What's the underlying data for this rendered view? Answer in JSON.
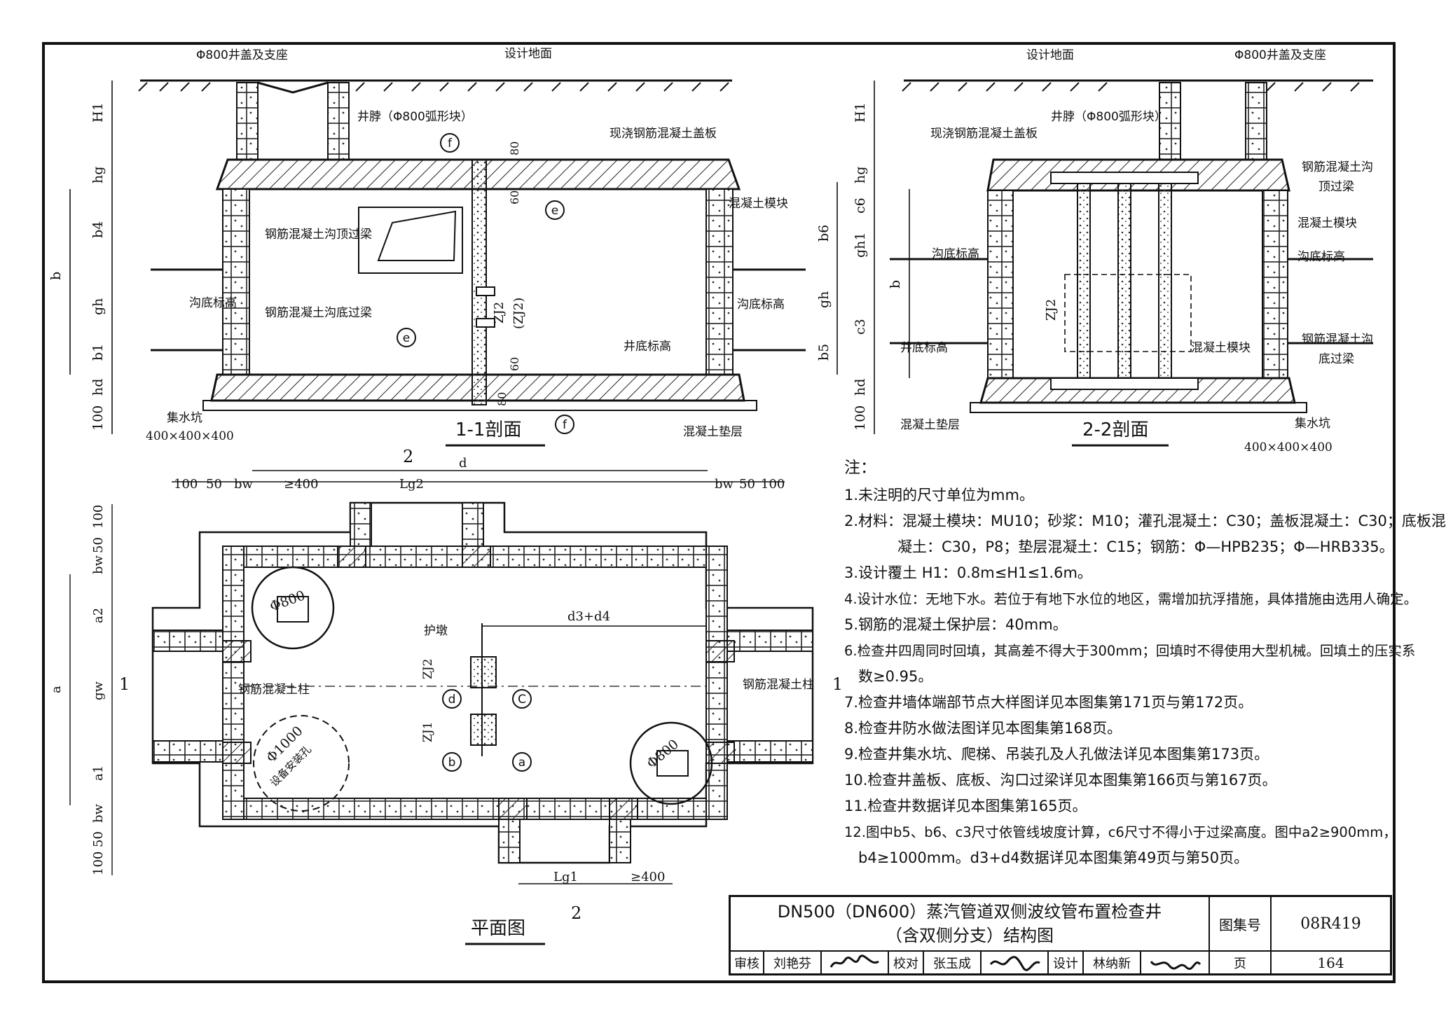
{
  "drawing": {
    "section_1_1": {
      "title": "1-1剖面",
      "labels": {
        "cover": "Φ800井盖及支座",
        "ground": "设计地面",
        "neck": "井脖（Φ800弧形块）",
        "cover_slab": "现浇钢筋混凝土盖板",
        "block": "混凝土模块",
        "top_beam": "钢筋混凝土沟顶过梁",
        "bottom_beam": "钢筋混凝土沟底过梁",
        "trench_left": "沟底标高",
        "trench_right": "沟底标高",
        "well_bottom": "井底标高",
        "sump": "集水坑",
        "sump_size": "400×400×400",
        "cushion": "混凝土垫层"
      },
      "dims": [
        "H1",
        "hg",
        "b4",
        "b",
        "gh",
        "b1",
        "hd",
        "100",
        "b6",
        "b5",
        "ZJ2",
        "(ZJ2)",
        "60",
        "60",
        "80",
        "80"
      ],
      "markers": [
        "f",
        "e",
        "e",
        "f"
      ]
    },
    "section_2_2": {
      "title": "2-2剖面",
      "labels": {
        "ground": "设计地面",
        "cover": "Φ800井盖及支座",
        "neck": "井脖（Φ800弧形块）",
        "cover_slab": "现浇钢筋混凝土盖板",
        "top_beam_1": "钢筋混凝土沟",
        "top_beam_2": "顶过梁",
        "block": "混凝土模块",
        "trench_left": "沟底标高",
        "trench_right": "沟底标高",
        "bottom_beam_1": "钢筋混凝土沟",
        "bottom_beam_2": "底过梁",
        "well_bottom": "井底标高",
        "cushion": "混凝土垫层",
        "sump": "集水坑",
        "sump_size": "400×400×400"
      },
      "dims": [
        "H1",
        "hg",
        "c6",
        "gh1",
        "b",
        "c3",
        "hd",
        "100",
        "ZJ2"
      ]
    },
    "plan": {
      "title": "平面图",
      "labels": {
        "guard_pier": "护墩",
        "column_left": "钢筋混凝土柱",
        "column_right": "钢筋混凝土柱",
        "manhole_a": "Φ800",
        "manhole_b": "Φ800",
        "install_hole_1": "Φ1000",
        "install_hole_2": "设备安装孔",
        "cut_1": "1",
        "cut_2": "2"
      },
      "dims": {
        "top": [
          "100",
          "50",
          "bw",
          "≥400",
          "Lg2",
          "d",
          "bw",
          "50",
          "100"
        ],
        "left": [
          "100",
          "50",
          "bw",
          "a2",
          "a",
          "gw",
          "a1",
          "bw",
          "50",
          "100"
        ],
        "inner": [
          "d3+d4",
          "ZJ2",
          "ZJ1"
        ],
        "bottom": [
          "Lg1",
          "≥400"
        ]
      },
      "markers": [
        "d",
        "C",
        "b",
        "a"
      ]
    }
  },
  "notes": {
    "title": "注：",
    "lines": [
      "1.未注明的尺寸单位为mm。",
      "2.材料：混凝土模块：MU10；砂浆：M10；灌孔混凝土：C30；盖板混凝土：C30；底板混",
      "凝土：C30，P8；垫层混凝土：C15；钢筋：Φ—HPB235；Φ—HRB335。",
      "3.设计覆土 H1：0.8m≤H1≤1.6m。",
      "4.设计水位：无地下水。若位于有地下水位的地区，需增加抗浮措施，具体措施由选用人确定。",
      "5.钢筋的混凝土保护层：40mm。",
      "6.检查井四周同时回填，其高差不得大于300mm；回填时不得使用大型机械。回填土的压实系",
      "数≥0.95。",
      "7.检查井墙体端部节点大样图详见本图集第171页与第172页。",
      "8.检查井防水做法图详见本图集第168页。",
      "9.检查井集水坑、爬梯、吊装孔及人孔做法详见本图集第173页。",
      "10.检查井盖板、底板、沟口过梁详见本图集第166页与第167页。",
      "11.检查井数据详见本图集第165页。",
      "12.图中b5、b6、c3尺寸依管线坡度计算，c6尺寸不得小于过梁高度。图中a2≥900mm，",
      "b4≥1000mm。d3+d4数据详见本图集第49页与第50页。"
    ]
  },
  "title_block": {
    "title_line_1": "DN500（DN600）蒸汽管道双侧波纹管布置检查井",
    "title_line_2": "（含双侧分支）结构图",
    "atlas_label": "图集号",
    "atlas_no": "08R419",
    "page_label": "页",
    "page_no": "164",
    "review_label": "审核",
    "reviewer": "刘艳芬",
    "check_label": "校对",
    "checker": "张玉成",
    "design_label": "设计",
    "designer": "林纳新"
  }
}
